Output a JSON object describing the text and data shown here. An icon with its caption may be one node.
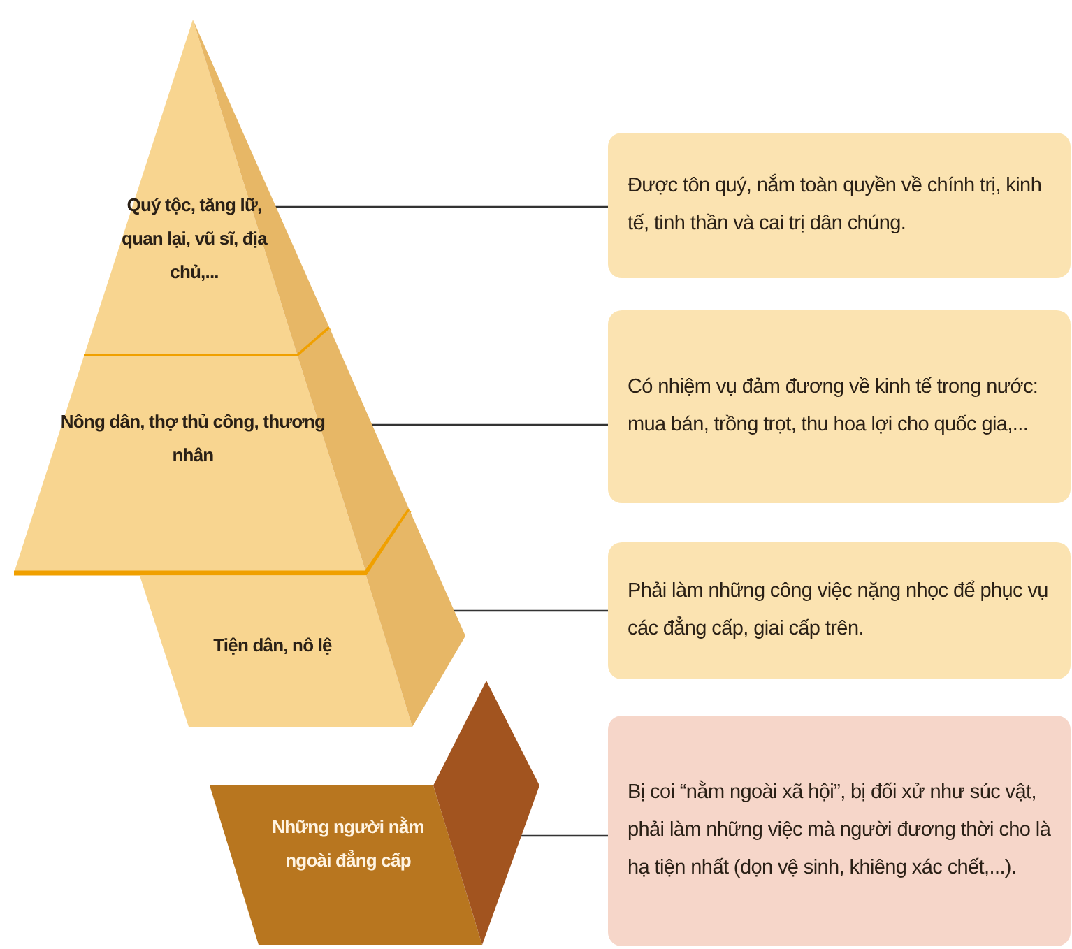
{
  "diagram": {
    "nodes": [
      {
        "text": [
          "Quý tộc, tăng lữ, quan lại, vũ sĩ, địa chủ,..."
        ]
      },
      {
        "text": [
          "Nông dân, thợ thủ công, thương nhân"
        ]
      },
      {
        "text": [
          "Tiện dân, nô lệ"
        ]
      },
      {
        "text": [
          "Những người nằm ngoài đẳng cấp"
        ]
      },
      {
        "text": [
          "Được tôn quý, nắm toàn quyền về chính trị, kinh tế, tinh thần và cai trị dân chúng."
        ]
      },
      {
        "text": [
          "Có nhiệm vụ đảm đương về kinh tế trong nước: mua bán, trồng trọt, thu hoa lợi cho quốc gia,..."
        ]
      },
      {
        "text": [
          "Phải làm những công việc nặng nhọc để phục vụ các đẳng cấp, giai cấp trên."
        ]
      },
      {
        "text": [
          "Bị coi “nằm ngoài xã hội”, bị đối xử như súc vật, phải làm những việc mà người đương thời cho là hạ tiện nhất (dọn vệ sinh, khiêng xác chết,...)."
        ]
      }
    ],
    "edges": [
      {
        "from": 0,
        "to": 4,
        "arrow": "none"
      },
      {
        "from": 1,
        "to": 5,
        "arrow": "none"
      },
      {
        "from": 2,
        "to": 6,
        "arrow": "none"
      },
      {
        "from": 3,
        "to": 7,
        "arrow": "none"
      }
    ]
  }
}
